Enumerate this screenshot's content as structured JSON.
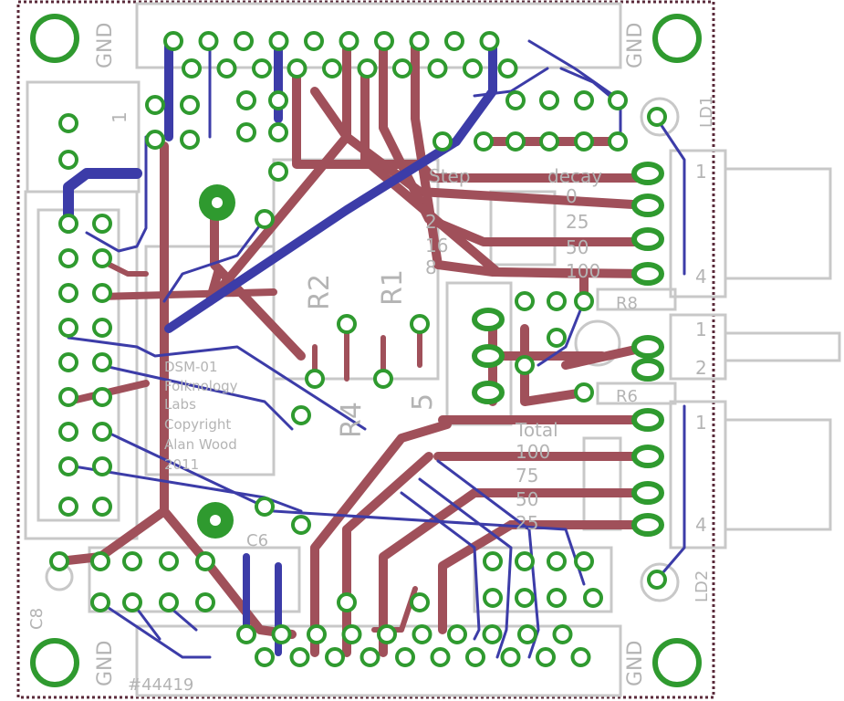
{
  "board": {
    "gnd_labels": [
      "GND",
      "GND",
      "GND",
      "GND"
    ],
    "part_number": "#44419",
    "component_labels": [
      "R2",
      "R1",
      "R4",
      "5",
      "R6",
      "R8",
      "C6",
      "C8",
      "LD1",
      "LD2",
      "1"
    ],
    "credit_lines": [
      "DSM-01",
      "Folknology",
      "Labs",
      "Copyright",
      "Alan Wood",
      "2011"
    ],
    "step_header": [
      "Step",
      "decay"
    ],
    "step_values": [
      "0",
      "25",
      "50",
      "100"
    ],
    "step_numbers": [
      "2",
      "16",
      "8"
    ],
    "total_header": "Total",
    "total_values": [
      "100",
      "75",
      "50",
      "25"
    ],
    "connector_top_pins": [
      "1",
      "4"
    ],
    "connector_mid_pins": [
      "1",
      "2"
    ],
    "connector_bot_pins": [
      "1",
      "4"
    ]
  },
  "colors": {
    "board_outline": "#5a2a3a",
    "top_copper": "#a0505a",
    "bottom_copper": "#3c3ca8",
    "pads": "#2f9a2f",
    "silkscreen": "#b4b4b4"
  }
}
